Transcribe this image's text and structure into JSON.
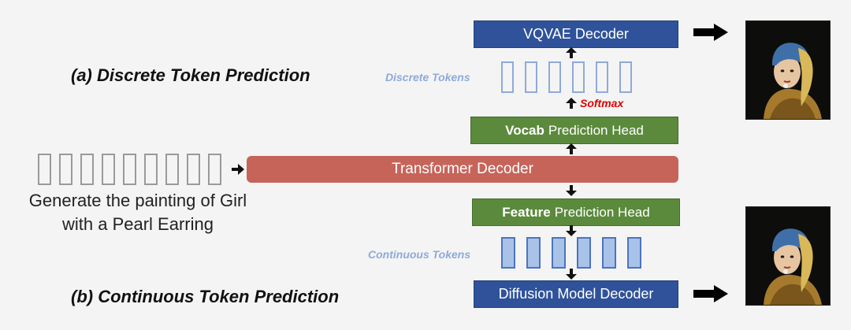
{
  "titles": {
    "a": "(a) Discrete Token Prediction",
    "b": "(b) Continuous Token Prediction"
  },
  "boxes": {
    "vqvae": "VQVAE Decoder",
    "vocab_bold": "Vocab",
    "vocab_rest": "Prediction Head",
    "transformer": "Transformer Decoder",
    "feature_bold": "Feature",
    "feature_rest": "Prediction Head",
    "diffusion": "Diffusion Model Decoder"
  },
  "labels": {
    "discrete_tokens": "Discrete Tokens",
    "continuous_tokens": "Continuous Tokens",
    "softmax": "Softmax"
  },
  "prompt": {
    "line1": "Generate the painting of Girl",
    "line2": "with a Pearl Earring"
  },
  "counts": {
    "input_tokens": 9,
    "discrete_tokens": 6,
    "continuous_tokens": 6
  },
  "colors": {
    "blue_box": "#2f529a",
    "green_box": "#5b8a3c",
    "red_box": "#c7645a",
    "token_label": "#8eaadb",
    "softmax": "#e00000"
  }
}
